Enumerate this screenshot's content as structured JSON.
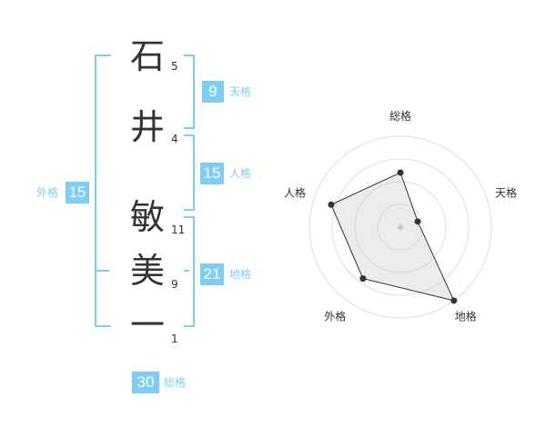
{
  "name": {
    "chars": [
      {
        "char": "石",
        "strokes": "5"
      },
      {
        "char": "井",
        "strokes": "4"
      },
      {
        "char": "敏",
        "strokes": "11"
      },
      {
        "char": "美",
        "strokes": "9"
      },
      {
        "char": "一",
        "strokes": "1"
      }
    ]
  },
  "fortune": {
    "tenkaku": {
      "value": "9",
      "label": "天格"
    },
    "jinkaku": {
      "value": "15",
      "label": "人格"
    },
    "chikaku": {
      "value": "21",
      "label": "地格"
    },
    "gaikaku": {
      "value": "15",
      "label": "外格"
    },
    "soukaku": {
      "value": "30",
      "label": "総格"
    }
  },
  "accent_color": "#7fcdf5",
  "chart_data": {
    "type": "radar",
    "axes": [
      "総格",
      "天格",
      "地格",
      "外格",
      "人格"
    ],
    "values": [
      3,
      1,
      5,
      3.5,
      4
    ],
    "rmax": 5,
    "rings": 4
  }
}
